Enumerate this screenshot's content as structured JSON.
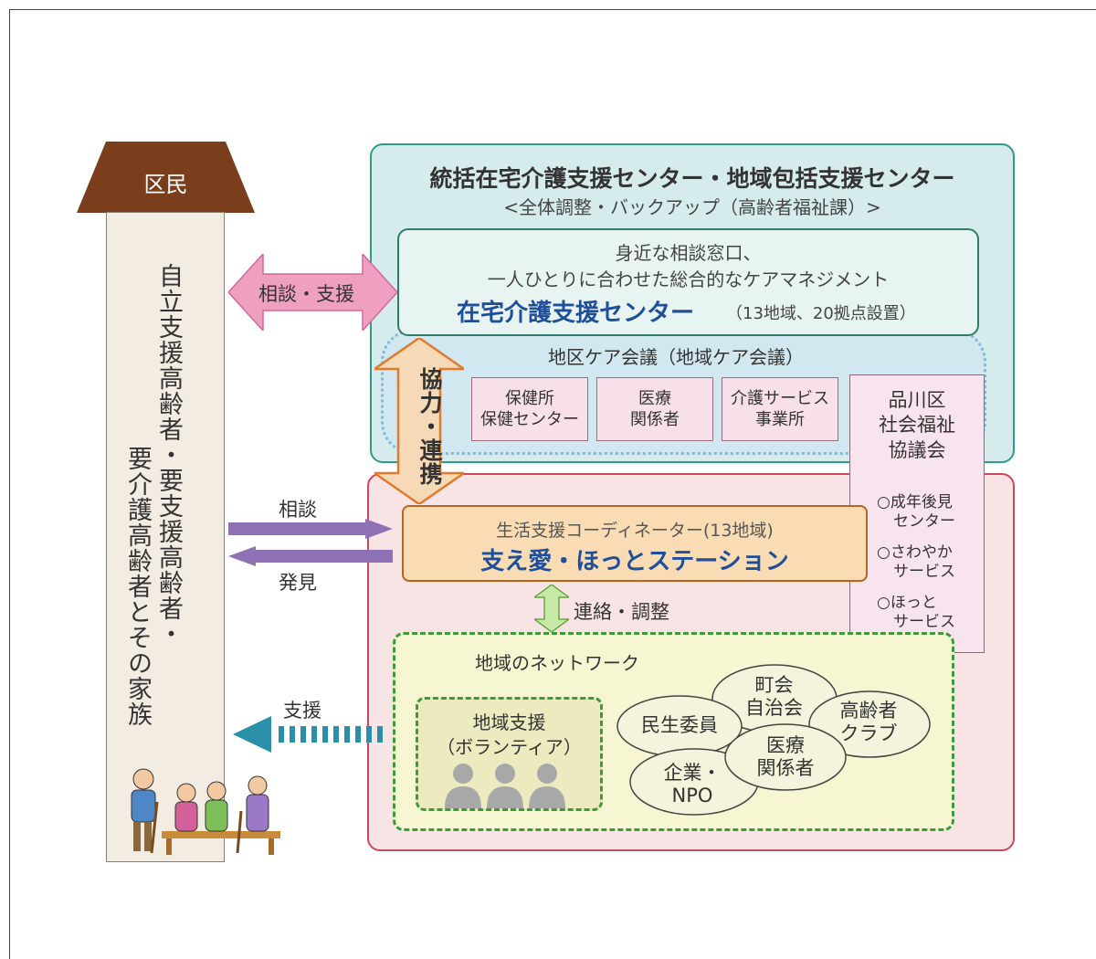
{
  "residents": {
    "roof_label": "区民",
    "column_line1": "自立支援高齢者・要支援高齢者・",
    "column_line2": "要介護高齢者とその家族"
  },
  "arrows": {
    "consult_support": "相談・支援",
    "cooperation": "協力・連携",
    "consult": "相談",
    "discover": "発見",
    "liaison": "連絡・調整",
    "support": "支援"
  },
  "top_box": {
    "title": "統括在宅介護支援センター・地域包括支援センター",
    "subtitle": "<全体調整・バックアップ（高齢者福祉課）>"
  },
  "home_care_center": {
    "line1": "身近な相談窓口、",
    "line2": "一人ひとりに合わせた総合的なケアマネジメント",
    "name": "在宅介護支援センター",
    "note": "（13地域、20拠点設置）"
  },
  "care_meeting": {
    "label": "地区ケア会議（地域ケア会議）",
    "members": [
      {
        "l1": "保健所",
        "l2": "保健センター"
      },
      {
        "l1": "医療",
        "l2": "関係者"
      },
      {
        "l1": "介護サービス",
        "l2": "事業所"
      }
    ]
  },
  "council": {
    "title_l1": "品川区",
    "title_l2": "社会福祉",
    "title_l3": "協議会",
    "items": [
      {
        "l1": "○成年後見",
        "l2": "センター"
      },
      {
        "l1": "○さわやか",
        "l2": "サービス"
      },
      {
        "l1": "○ほっと",
        "l2": "サービス"
      }
    ]
  },
  "coordinator": {
    "line1": "生活支援コーディネーター(13地域)",
    "name": "支え愛・ほっとステーション"
  },
  "network": {
    "label": "地域のネットワーク",
    "volunteer_l1": "地域支援",
    "volunteer_l2": "（ボランティア）",
    "orgs": [
      {
        "l1": "町会",
        "l2": "自治会"
      },
      {
        "l1": "民生委員",
        "l2": ""
      },
      {
        "l1": "高齢者",
        "l2": "クラブ"
      },
      {
        "l1": "医療",
        "l2": "関係者"
      },
      {
        "l1": "企業・",
        "l2": "NPO"
      }
    ]
  },
  "colors": {
    "roof": "#7a3e1c",
    "teal_border": "#2e9c8a",
    "pink_border": "#c94a5a",
    "navy_text": "#1f4e9a",
    "pink_arrow": "#ef9fbf",
    "orange_arrow": "#e07a2c",
    "purple_arrow": "#8e72b5",
    "teal_arrow": "#2a8fa8",
    "green": "#3f9a3c"
  }
}
